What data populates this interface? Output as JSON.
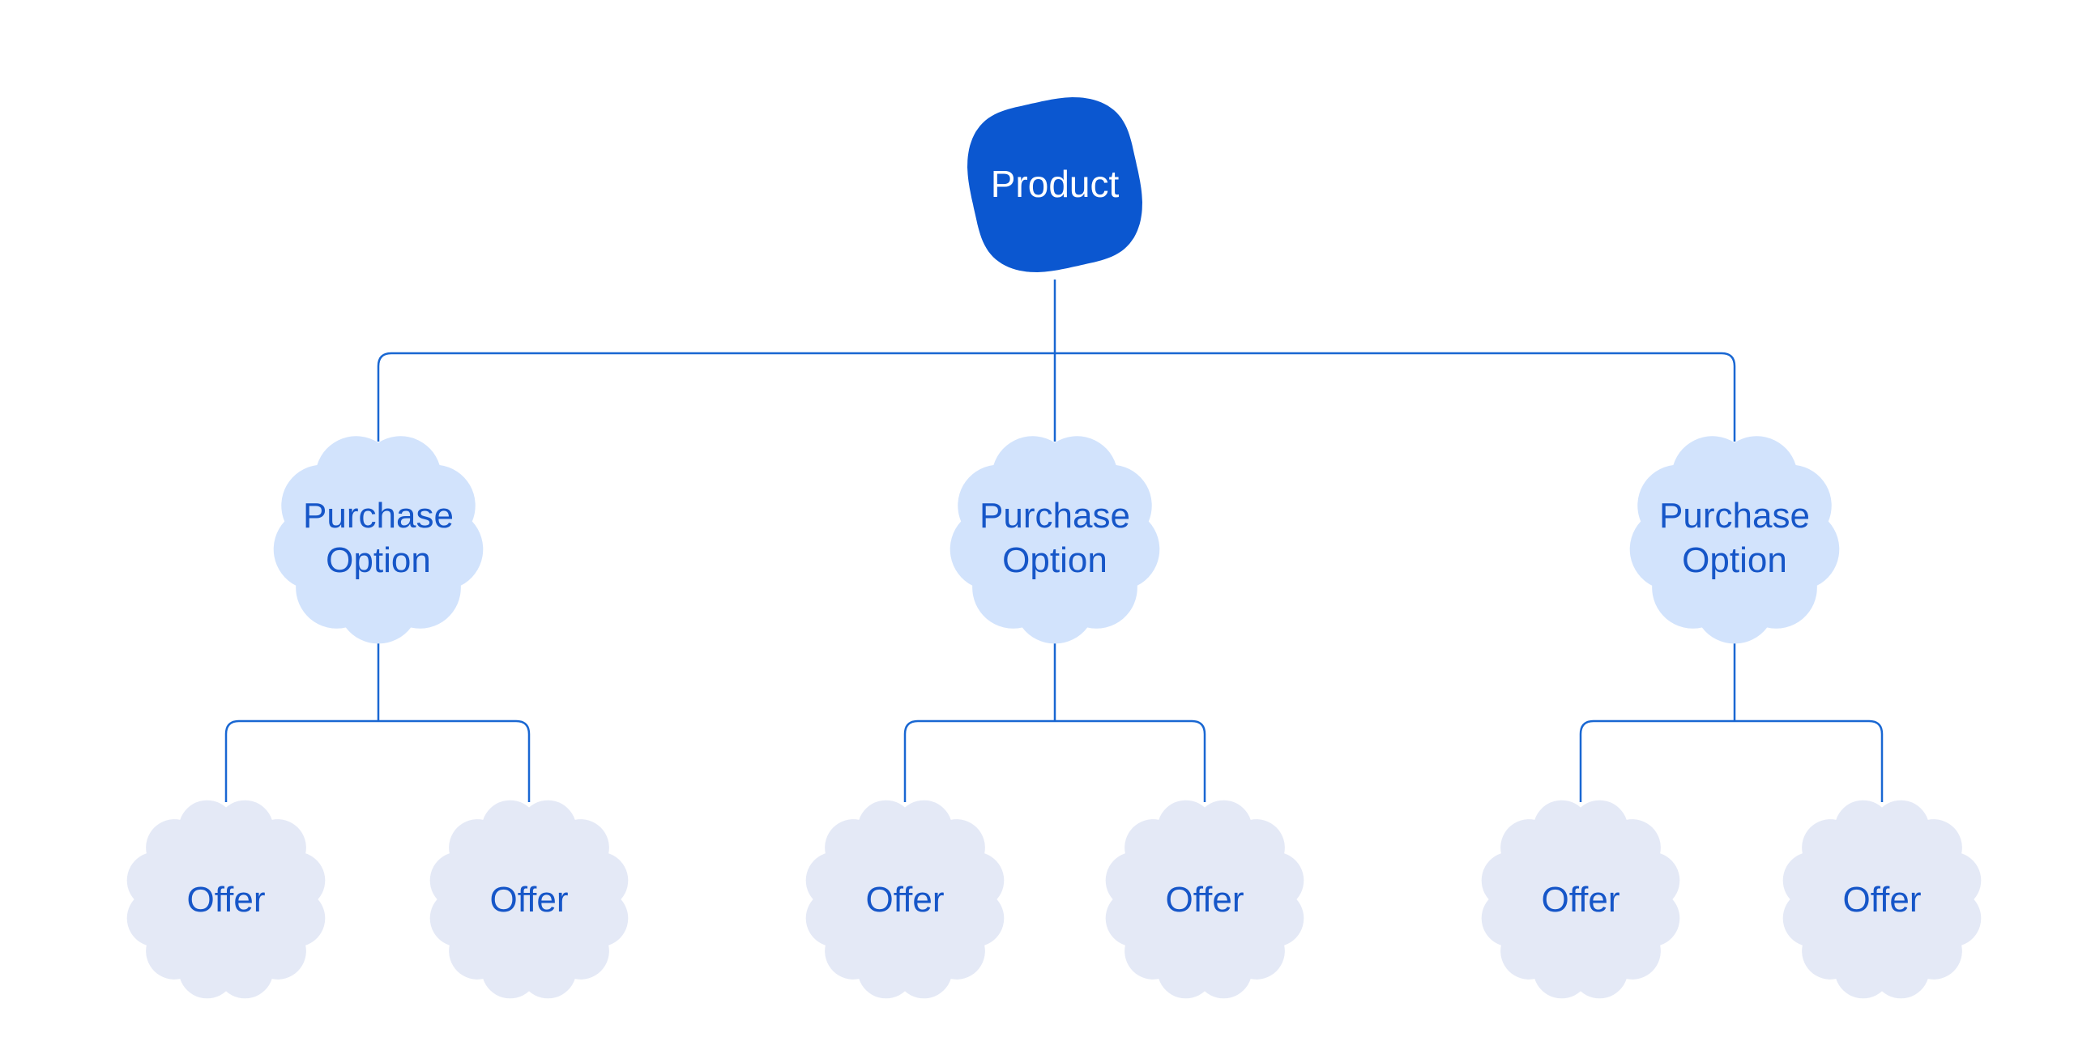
{
  "diagram": {
    "product": {
      "label": "Product"
    },
    "purchase_options": [
      {
        "label": "Purchase Option",
        "offers": [
          {
            "label": "Offer"
          },
          {
            "label": "Offer"
          }
        ]
      },
      {
        "label": "Purchase Option",
        "offers": [
          {
            "label": "Offer"
          },
          {
            "label": "Offer"
          }
        ]
      },
      {
        "label": "Purchase Option",
        "offers": [
          {
            "label": "Offer"
          },
          {
            "label": "Offer"
          }
        ]
      }
    ],
    "colors": {
      "background": "#FFFFFF",
      "product_fill": "#0B57D0",
      "product_text": "#FFFFFF",
      "purchase_fill": "#D2E3FC",
      "offer_fill": "#E4E9F6",
      "label_text": "#1656C8",
      "connector": "#1967D2"
    }
  }
}
